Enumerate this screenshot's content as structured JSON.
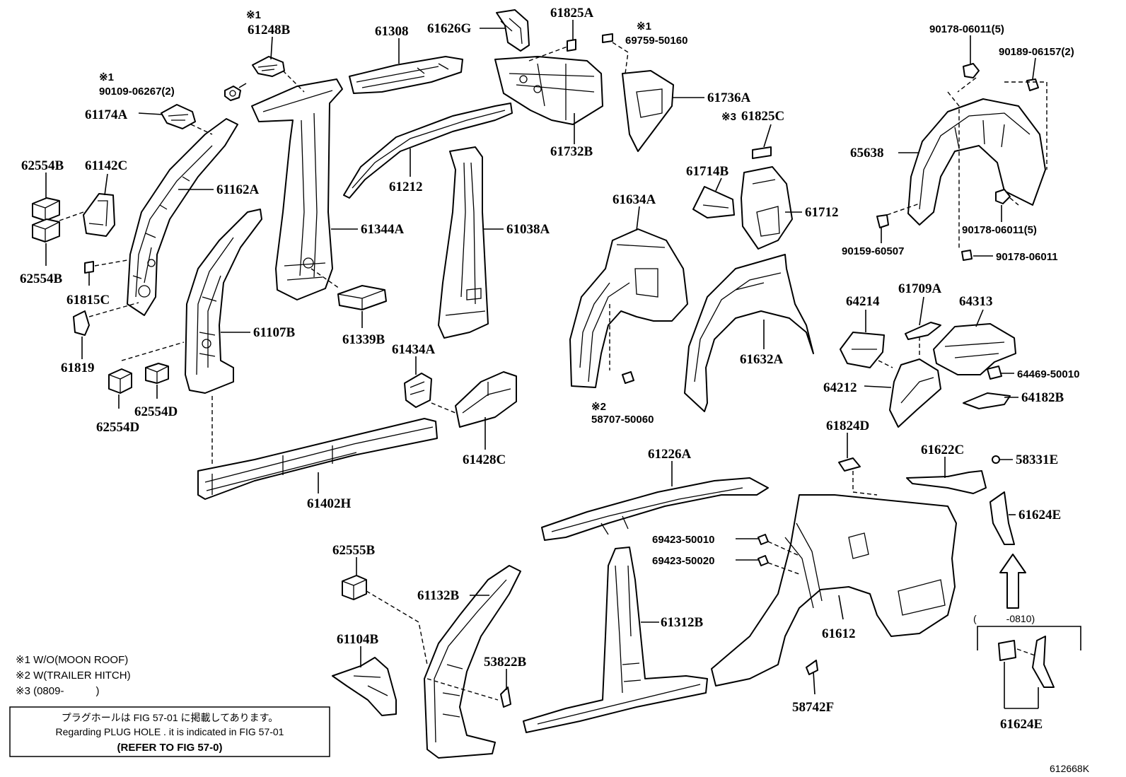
{
  "diagram_id": "612668K",
  "labels": {
    "p61248B": "61248B",
    "m61248B": "※1",
    "p90109": "90109-06267(2)",
    "m90109": "※1",
    "p61174A": "61174A",
    "p62554B_a": "62554B",
    "p61142C": "61142C",
    "p62554B_b": "62554B",
    "p61815C": "61815C",
    "p61819": "61819",
    "p62554D_a": "62554D",
    "p62554D_b": "62554D",
    "p61162A": "61162A",
    "p61107B": "61107B",
    "p61308": "61308",
    "p61626G": "61626G",
    "p61344A": "61344A",
    "p61339B": "61339B",
    "p61212": "61212",
    "p61038A": "61038A",
    "p61434A": "61434A",
    "p61428C": "61428C",
    "p61402H": "61402H",
    "p61825A": "61825A",
    "p61732B": "61732B",
    "p69759": "69759-50160",
    "m69759": "※1",
    "p61736A": "61736A",
    "p61825C": "61825C",
    "m61825C": "※3",
    "p61714B": "61714B",
    "p61712": "61712",
    "p61634A": "61634A",
    "p61632A": "61632A",
    "p58707": "58707-50060",
    "m58707": "※2",
    "p90178_a": "90178-06011(5)",
    "p90189": "90189-06157(2)",
    "p65638": "65638",
    "p90159": "90159-60507",
    "p90178_b": "90178-06011(5)",
    "p90178_c": "90178-06011",
    "p64214": "64214",
    "p61709A": "61709A",
    "p64313": "64313",
    "p64469": "64469-50010",
    "p64212": "64212",
    "p64182B": "64182B",
    "p61824D": "61824D",
    "p61622C": "61622C",
    "p58331E": "58331E",
    "p61624E_a": "61624E",
    "p61624E_b": "61624E",
    "p61226A": "61226A",
    "p69423_a": "69423-50010",
    "p69423_b": "69423-50020",
    "p61612": "61612",
    "p58742F": "58742F",
    "p61312B": "61312B",
    "p62555B": "62555B",
    "p61132B": "61132B",
    "p61104B": "61104B",
    "p53822B": "53822B",
    "range_0810": "(　　　-0810)"
  },
  "notes": {
    "n1": "※1 W/O(MOON ROOF)",
    "n2": "※2 W(TRAILER HITCH)",
    "n3": "※3 (0809-　　　)"
  },
  "reference_box": {
    "line1": "プラグホールは FIG 57-01 に掲載してあります。",
    "line2": "Regarding  PLUG  HOLE . it is indicated in  FIG  57-01",
    "line3": "(REFER TO FIG 57-0)"
  }
}
